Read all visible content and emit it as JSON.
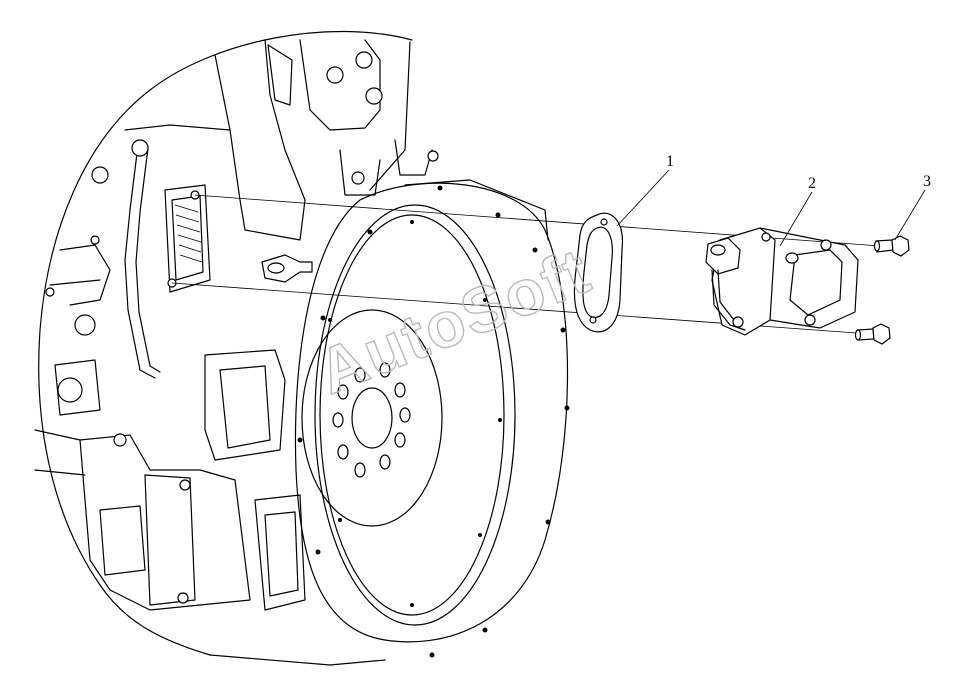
{
  "diagram": {
    "callouts": [
      {
        "id": "gasket",
        "label": "1"
      },
      {
        "id": "bracket-assembly",
        "label": "2"
      },
      {
        "id": "bolt",
        "label": "3"
      }
    ],
    "watermark": "AutoSoft"
  }
}
